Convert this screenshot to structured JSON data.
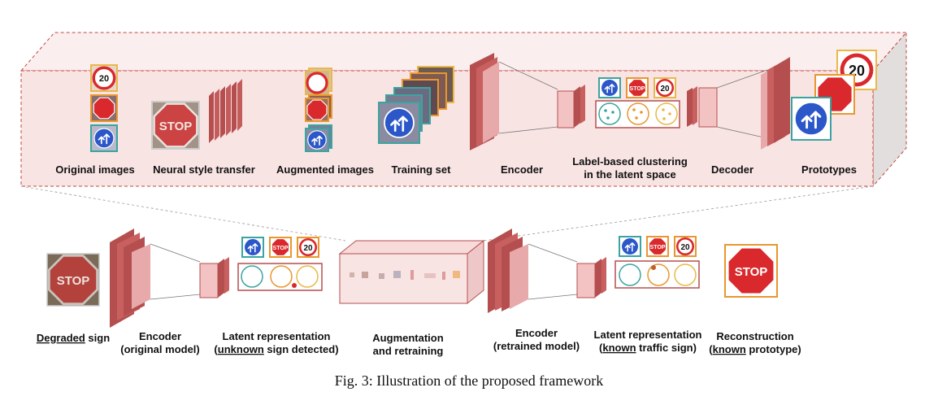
{
  "top_panel": {
    "labels": {
      "original_images": "Original images",
      "neural_style_transfer": "Neural style transfer",
      "augmented_images": "Augmented images",
      "training_set": "Training set",
      "encoder": "Encoder",
      "clustering_line1": "Label-based clustering",
      "clustering_line2": "in the latent space",
      "decoder": "Decoder",
      "prototypes": "Prototypes"
    }
  },
  "bottom_panel": {
    "degraded_word": "Degraded",
    "degraded_rest": " sign",
    "encoder_original_line1": "Encoder",
    "encoder_original_line2": "(original model)",
    "latent_unknown_line1": "Latent representation",
    "latent_unknown_open": "(",
    "latent_unknown_word": "unknown",
    "latent_unknown_rest": " sign detected)",
    "augmentation_line1": "Augmentation",
    "augmentation_line2": "and retraining",
    "encoder_retrained_line1": "Encoder",
    "encoder_retrained_line2": "(retrained model)",
    "latent_known_line1": "Latent representation",
    "latent_known_open": "(",
    "latent_known_word": "known",
    "latent_known_rest": " traffic sign)",
    "reconstruction_line1": "Reconstruction",
    "reconstruction_open": "(",
    "reconstruction_word": "known",
    "reconstruction_rest": " prototype)"
  },
  "signs": {
    "stop_text": "STOP",
    "speed_limit_text": "20"
  },
  "caption": "Fig. 3: Illustration of the proposed framework",
  "colors": {
    "panel_fill": "#f9e4e4",
    "panel_border": "#b5443a",
    "layer_dark": "#b54f4f",
    "layer_light": "#e7a9a9",
    "frame_blue": "#3aa5a0",
    "frame_orange": "#e8972f",
    "frame_yellow": "#e8b94a",
    "cluster_teal": "#3aa5a0",
    "cluster_orange": "#e8972f",
    "cluster_gold": "#e8b94a",
    "stop_red": "#d9292c",
    "sign_blue": "#2b57c9"
  }
}
